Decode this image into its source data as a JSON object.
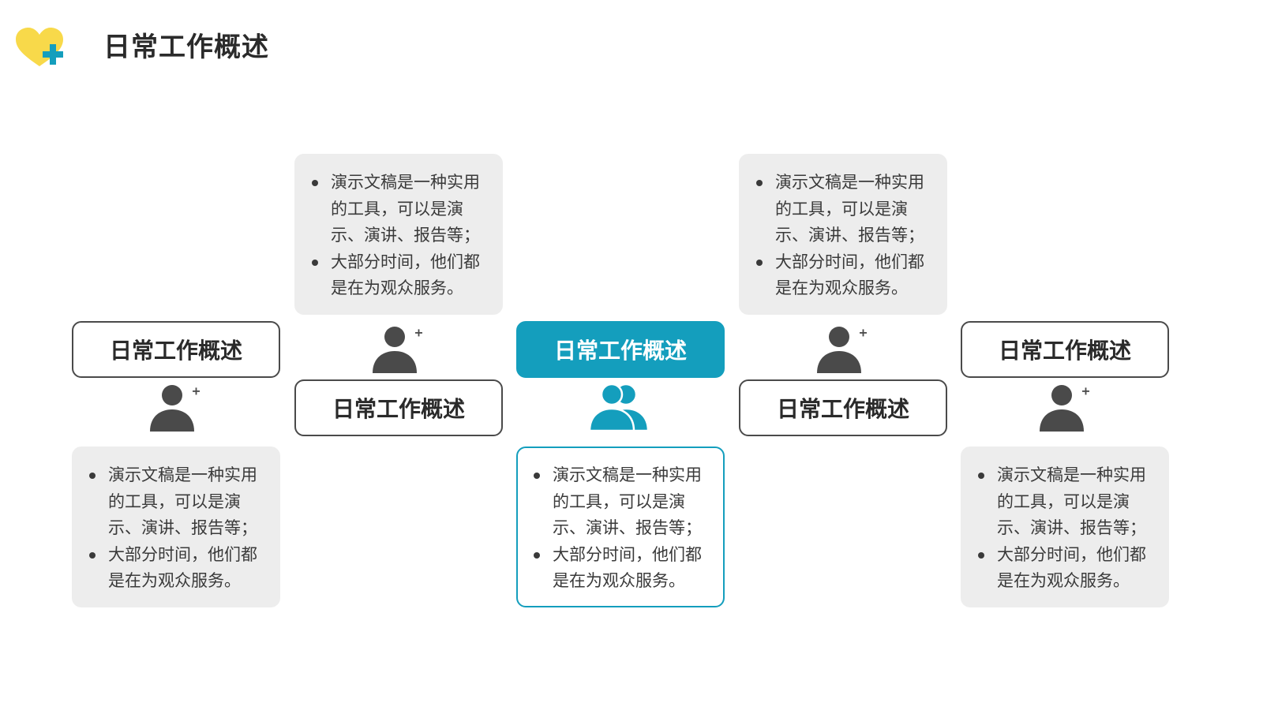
{
  "header": {
    "title": "日常工作概述",
    "logo_icon": "heart-plus-icon"
  },
  "colors": {
    "accent": "#149ebd",
    "logo_yellow": "#f8d94a",
    "dark": "#4a4a4a",
    "card_bg": "#ededed"
  },
  "cards": [
    {
      "title": "日常工作概述",
      "icon": "person-plus-icon",
      "bullets": [
        "演示文稿是一种实用的工具，可以是演示、演讲、报告等；",
        "大部分时间，他们都是在为观众服务。"
      ]
    },
    {
      "title": "日常工作概述",
      "icon": "person-plus-icon",
      "bullets": [
        "演示文稿是一种实用的工具，可以是演示、演讲、报告等；",
        "大部分时间，他们都是在为观众服务。"
      ]
    },
    {
      "title": "日常工作概述",
      "icon": "group-icon",
      "active": true,
      "bullets": [
        "演示文稿是一种实用的工具，可以是演示、演讲、报告等；",
        "大部分时间，他们都是在为观众服务。"
      ]
    },
    {
      "title": "日常工作概述",
      "icon": "person-plus-icon",
      "bullets": [
        "演示文稿是一种实用的工具，可以是演示、演讲、报告等；",
        "大部分时间，他们都是在为观众服务。"
      ]
    },
    {
      "title": "日常工作概述",
      "icon": "person-plus-icon",
      "bullets": [
        "演示文稿是一种实用的工具，可以是演示、演讲、报告等；",
        "大部分时间，他们都是在为观众服务。"
      ]
    }
  ]
}
